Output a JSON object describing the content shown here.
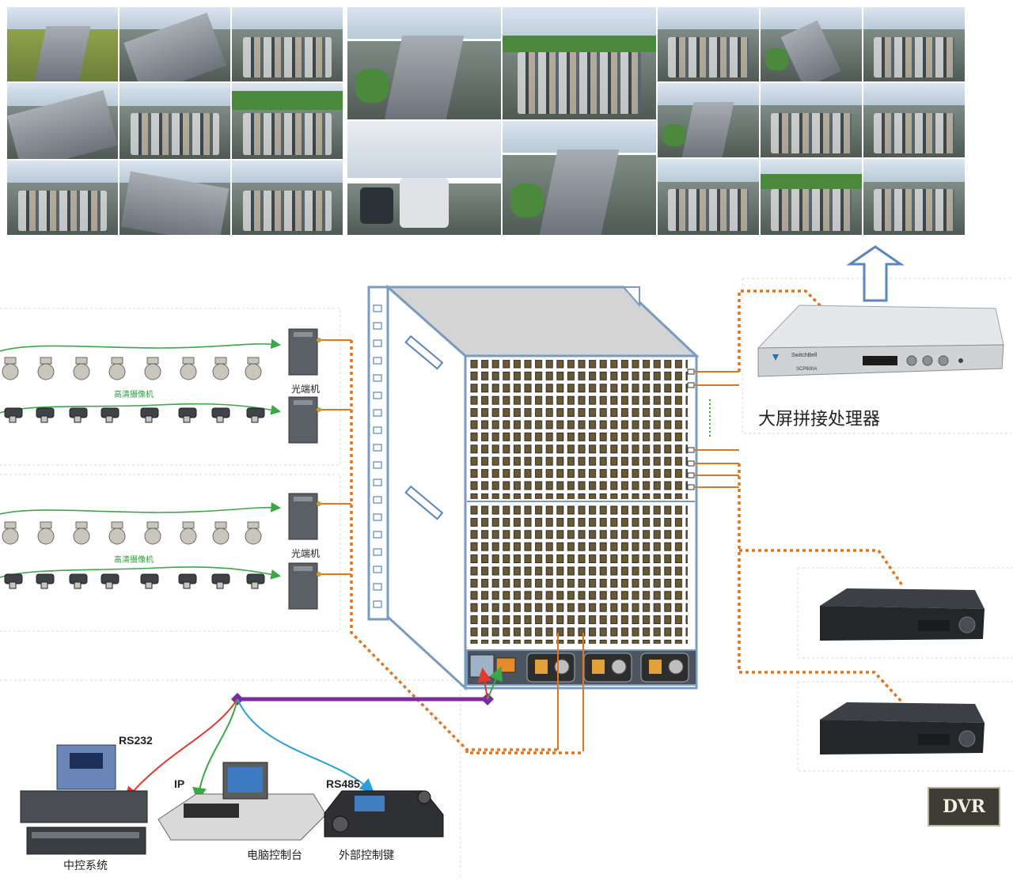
{
  "video_wall": {
    "tiles": [
      {
        "col": 0,
        "row": 0,
        "theme": "highway"
      },
      {
        "col": 1,
        "row": 0,
        "theme": "interchange"
      },
      {
        "col": 2,
        "row": 0,
        "theme": "traffic"
      },
      {
        "col": 0,
        "row": 1,
        "theme": "overpass"
      },
      {
        "col": 1,
        "row": 1,
        "theme": "traffic"
      },
      {
        "col": 2,
        "row": 1,
        "theme": "traffic"
      },
      {
        "col": 0,
        "row": 2,
        "theme": "traffic"
      },
      {
        "col": 1,
        "row": 2,
        "theme": "interchange"
      },
      {
        "col": 2,
        "row": 2,
        "theme": "traffic"
      }
    ]
  },
  "labels": {
    "hd_camera_1": "高清摄像机",
    "optical_terminal_1": "光端机",
    "hd_camera_2": "高清摄像机",
    "optical_terminal_2": "光端机",
    "splicing_processor": "大屏拼接处理器",
    "rs232": "RS232",
    "ip": "IP",
    "rs485": "RS485",
    "central_control": "中控系统",
    "computer_console": "电脑控制台",
    "external_keyboard": "外部控制键",
    "dvr": "DVR",
    "processor_brand": "SwitchBell",
    "processor_model": "SCP600A"
  },
  "colors": {
    "orange_line": "#e0761f",
    "purple_bus": "#7b2aa0",
    "green_line": "#3aa845",
    "red_arrow": "#e23b2e",
    "blue_arrow": "#2aa0d8",
    "matrix_outline": "#7a9bc0"
  }
}
